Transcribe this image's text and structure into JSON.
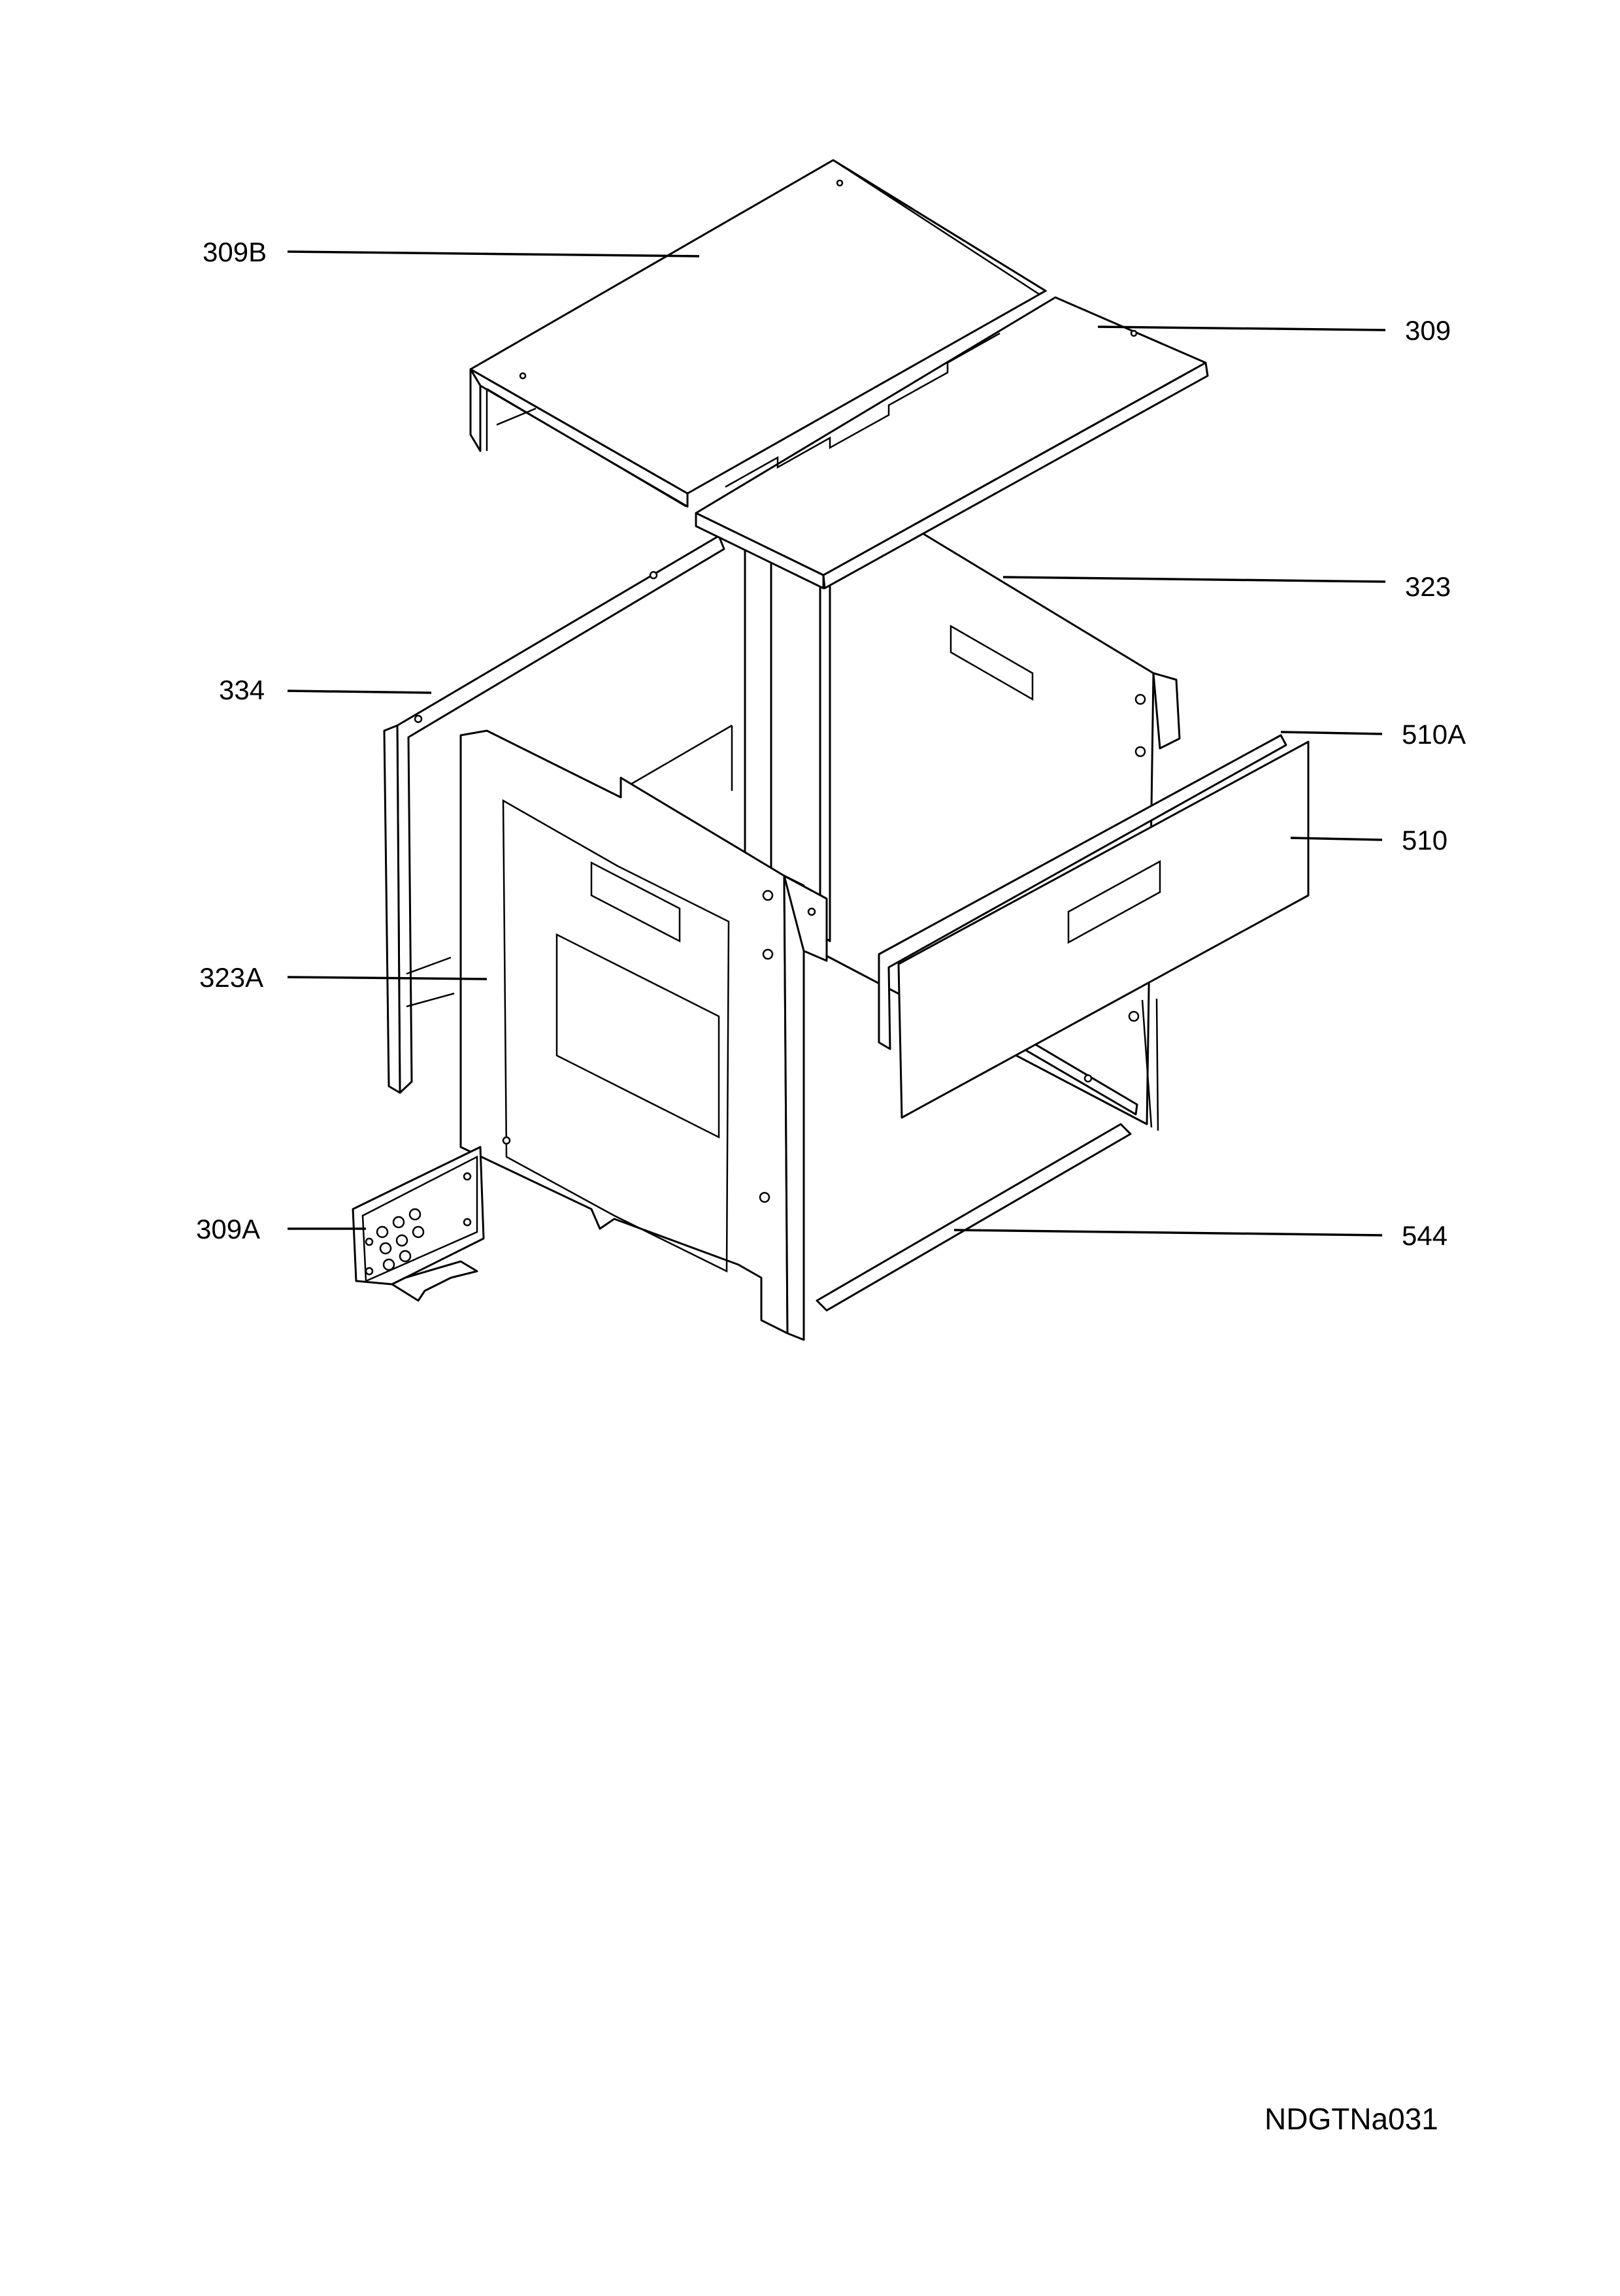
{
  "labels": {
    "p309B": "309B",
    "p309": "309",
    "p323": "323",
    "p334": "334",
    "p510A": "510A",
    "p510": "510",
    "p323A": "323A",
    "p309A": "309A",
    "p544": "544"
  },
  "reference": "NDGTNa031"
}
